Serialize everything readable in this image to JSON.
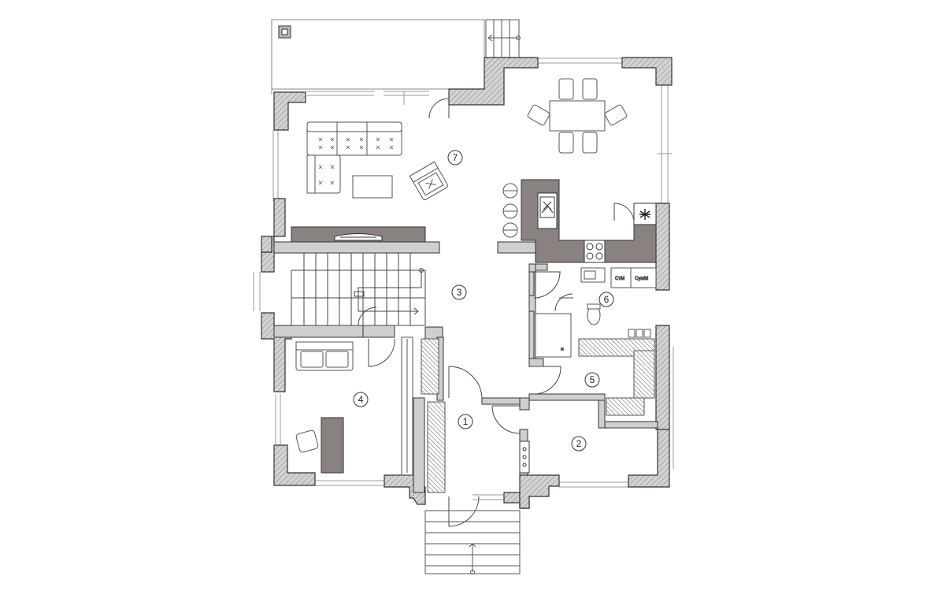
{
  "colors": {
    "background": "#ffffff",
    "wall_fill": "#cfcfcf",
    "wall_stroke": "#333333",
    "counter": "#8a8181",
    "line": "#444444",
    "thin": "#888888"
  },
  "rooms": [
    {
      "id": "1",
      "label": "1"
    },
    {
      "id": "2",
      "label": "2"
    },
    {
      "id": "3",
      "label": "3"
    },
    {
      "id": "4",
      "label": "4"
    },
    {
      "id": "5",
      "label": "5"
    },
    {
      "id": "6",
      "label": "6"
    },
    {
      "id": "7",
      "label": "7"
    }
  ],
  "appliances": {
    "washer": "СтМ",
    "dryer": "СушМ"
  },
  "icons": [
    "stove-icon",
    "sink-icon",
    "fan-icon",
    "toilet-icon",
    "shower-icon",
    "sofa-icon",
    "armchair-icon",
    "dining-table-icon",
    "bed-icon",
    "desk-icon",
    "stairs-icon",
    "door-icon",
    "window-icon",
    "fireplace-icon"
  ]
}
